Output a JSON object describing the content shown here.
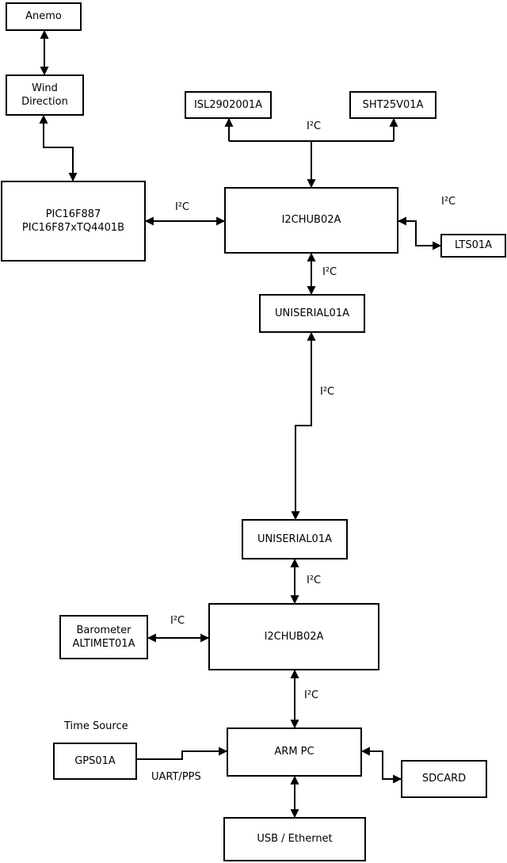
{
  "boxes": {
    "anemo": {
      "label": "Anemo"
    },
    "wind_direction": {
      "label": "Wind\nDirection"
    },
    "pic": {
      "label": "PIC16F887\nPIC16F87xTQ4401B"
    },
    "isl": {
      "label": "ISL2902001A"
    },
    "sht": {
      "label": "SHT25V01A"
    },
    "i2c_hub_top": {
      "label": "I2CHUB02A"
    },
    "lts": {
      "label": "LTS01A"
    },
    "uniserial_top": {
      "label": "UNISERIAL01A"
    },
    "uniserial_bottom": {
      "label": "UNISERIAL01A"
    },
    "i2c_hub_bottom": {
      "label": "I2CHUB02A"
    },
    "barometer": {
      "label": "Barometer\nALTIMET01A"
    },
    "gps": {
      "label": "GPS01A"
    },
    "arm_pc": {
      "label": "ARM PC"
    },
    "sdcard": {
      "label": "SDCARD"
    },
    "usb_ethernet": {
      "label": "USB / Ethernet"
    }
  },
  "labels": {
    "bus_i2c": "I²C",
    "time_source": "Time Source",
    "uart_pps": "UART/PPS"
  },
  "colors": {
    "line": "#000000",
    "box_border": "#000000",
    "text": "#000000",
    "background": "#ffffff"
  }
}
